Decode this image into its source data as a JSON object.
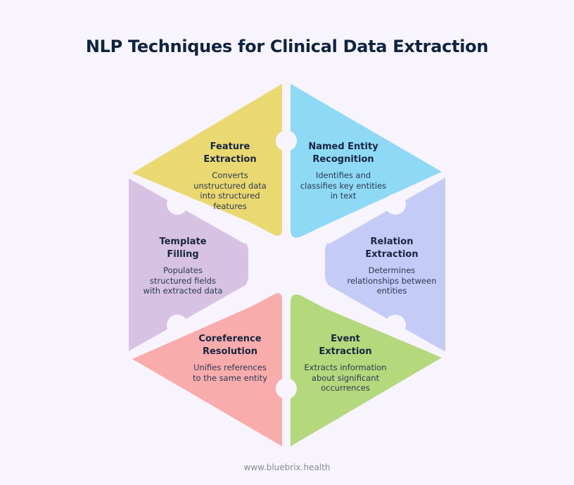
{
  "title": "NLP Techniques for Clinical Data Extraction",
  "segments": [
    {
      "id": "feature-extraction",
      "title_lines": [
        "Feature",
        "Extraction"
      ],
      "desc_lines": [
        "Converts",
        "unstructured data",
        "into structured",
        "features"
      ],
      "color": "#ead870"
    },
    {
      "id": "named-entity-recognition",
      "title_lines": [
        "Named Entity",
        "Recognition"
      ],
      "desc_lines": [
        "Identifies and",
        "classifies key entities",
        "in text"
      ],
      "color": "#8ed9f6"
    },
    {
      "id": "relation-extraction",
      "title_lines": [
        "Relation",
        "Extraction"
      ],
      "desc_lines": [
        "Determines",
        "relationships between",
        "entities"
      ],
      "color": "#c4cbf6"
    },
    {
      "id": "event-extraction",
      "title_lines": [
        "Event",
        "Extraction"
      ],
      "desc_lines": [
        "Extracts information",
        "about significant",
        "occurrences"
      ],
      "color": "#b4d87c"
    },
    {
      "id": "coreference-resolution",
      "title_lines": [
        "Coreference",
        "Resolution"
      ],
      "desc_lines": [
        "Unifies references",
        "to the same entity"
      ],
      "color": "#f8acac"
    },
    {
      "id": "template-filling",
      "title_lines": [
        "Template",
        "Filling"
      ],
      "desc_lines": [
        "Populates",
        "structured fields",
        "with extracted data"
      ],
      "color": "#d7c2e4"
    }
  ],
  "footer": "www.bluebrix.health"
}
